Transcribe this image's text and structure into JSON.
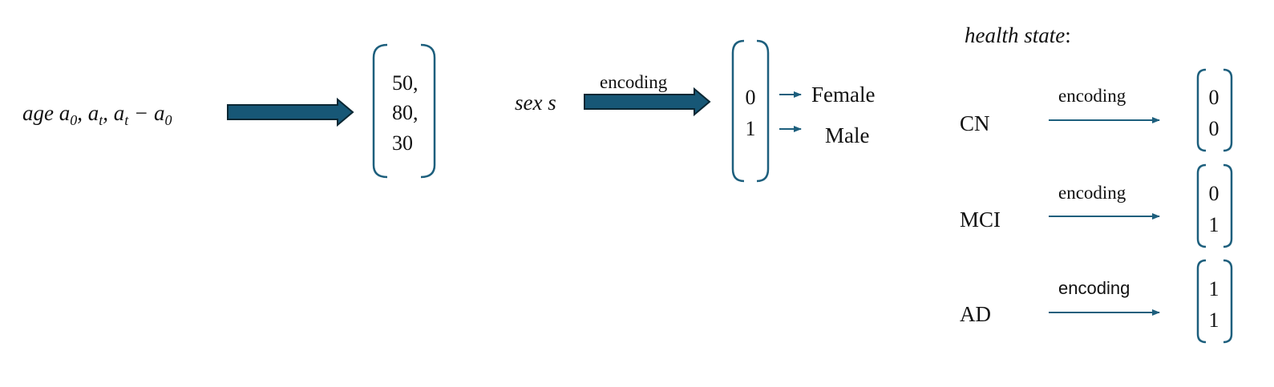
{
  "colors": {
    "arrow_fill": "#175776",
    "arrow_outline": "#0b2733",
    "bracket": "#1d5f7d",
    "thin_arrow": "#1d5f7d",
    "text": "#111111"
  },
  "age": {
    "label_main": "age a",
    "sub_0": "0",
    "comma_1": ", a",
    "sub_t1": "t",
    "comma_2": ", a",
    "sub_t2": "t",
    "minus": " − a",
    "sub_0b": "0",
    "vector": [
      "50,",
      "80,",
      "30"
    ]
  },
  "sex": {
    "label": "sex s",
    "encoding_label": "encoding",
    "vector": [
      "0",
      "1"
    ],
    "mappings": [
      "Female",
      "Male"
    ]
  },
  "health_state": {
    "title": "health state",
    "title_colon": ":",
    "rows": [
      {
        "label": "CN",
        "encoding_label": "encoding",
        "vector": [
          "0",
          "0"
        ]
      },
      {
        "label": "MCI",
        "encoding_label": "encoding",
        "vector": [
          "0",
          "1"
        ]
      },
      {
        "label": "AD",
        "encoding_label": "encoding",
        "vector": [
          "1",
          "1"
        ]
      }
    ]
  }
}
